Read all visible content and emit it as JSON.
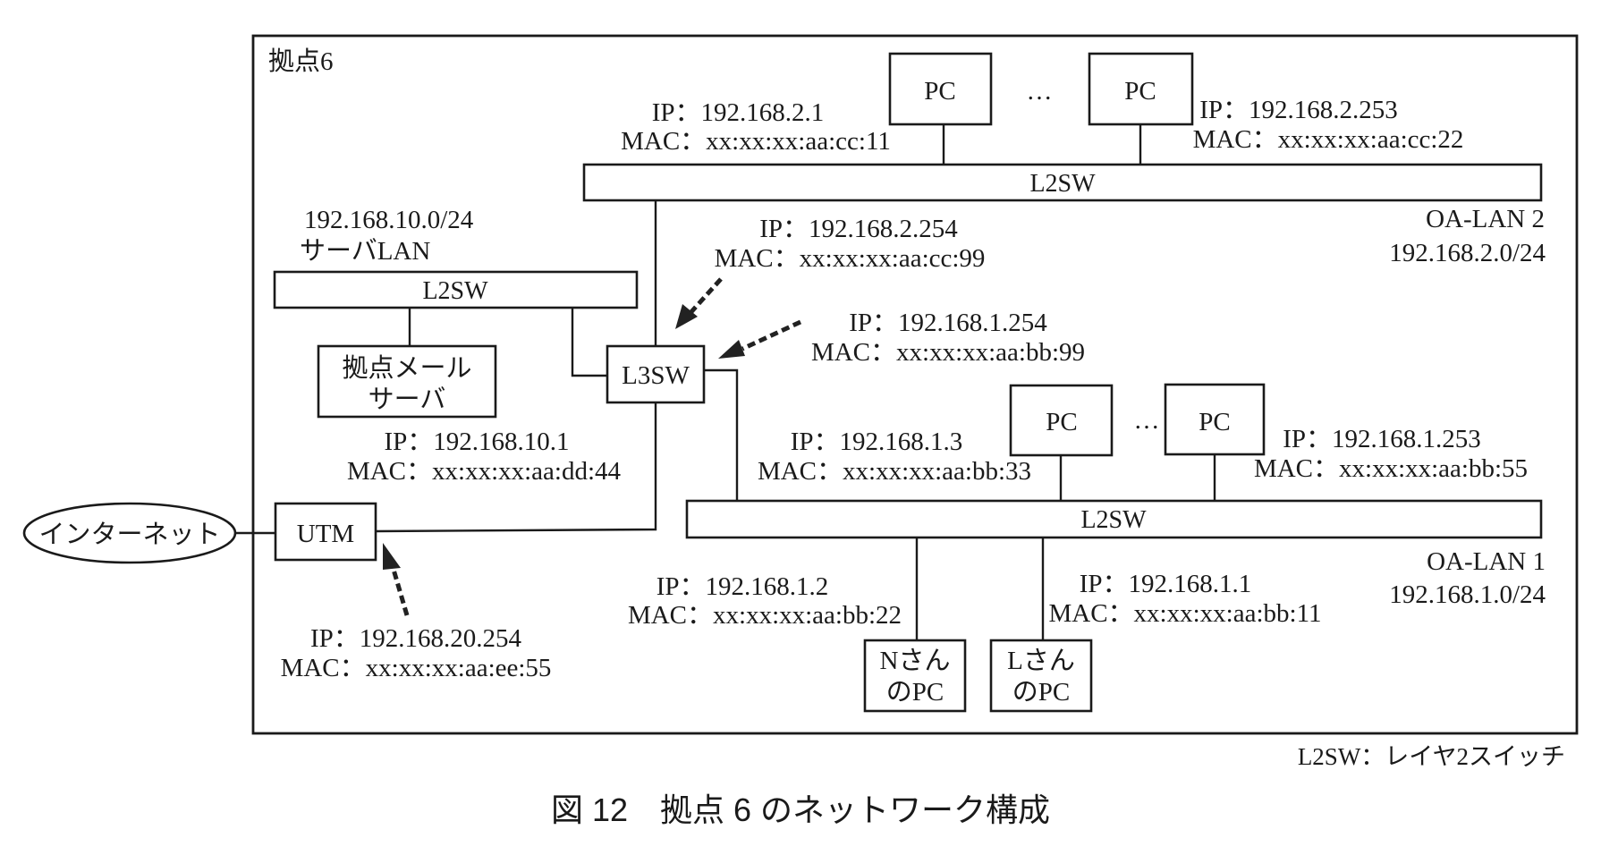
{
  "site_label": "拠点6",
  "internet": "インターネット",
  "utm": {
    "label": "UTM",
    "ip": "IP：192.168.20.254",
    "mac": "MAC：xx:xx:xx:aa:ee:55"
  },
  "server_lan": {
    "network": "192.168.10.0/24",
    "name": "サーバLAN",
    "switch": "L2SW",
    "mail_server_line1": "拠点メール",
    "mail_server_line2": "サーバ",
    "mail_ip": "IP：192.168.10.1",
    "mail_mac": "MAC：xx:xx:xx:aa:dd:44"
  },
  "l3sw": {
    "label": "L3SW",
    "oa2_ip": "IP：192.168.2.254",
    "oa2_mac": "MAC：xx:xx:xx:aa:cc:99",
    "oa1_ip": "IP：192.168.1.254",
    "oa1_mac": "MAC：xx:xx:xx:aa:bb:99"
  },
  "oa_lan2": {
    "name": "OA-LAN 2",
    "network": "192.168.2.0/24",
    "switch": "L2SW",
    "pc_label": "PC",
    "ellipsis": "…",
    "pc1_ip": "IP：192.168.2.1",
    "pc1_mac": "MAC：xx:xx:xx:aa:cc:11",
    "pc2_ip": "IP：192.168.2.253",
    "pc2_mac": "MAC：xx:xx:xx:aa:cc:22"
  },
  "oa_lan1": {
    "name": "OA-LAN 1",
    "network": "192.168.1.0/24",
    "switch": "L2SW",
    "pc_label": "PC",
    "ellipsis": "…",
    "pc3_ip": "IP：192.168.1.3",
    "pc3_mac": "MAC：xx:xx:xx:aa:bb:33",
    "pc253_ip": "IP：192.168.1.253",
    "pc253_mac": "MAC：xx:xx:xx:aa:bb:55",
    "n_ip": "IP：192.168.1.2",
    "n_mac": "MAC：xx:xx:xx:aa:bb:22",
    "n_pc_line1": "Nさん",
    "n_pc_line2": "のPC",
    "l_ip": "IP：192.168.1.1",
    "l_mac": "MAC：xx:xx:xx:aa:bb:11",
    "l_pc_line1": "Lさん",
    "l_pc_line2": "のPC"
  },
  "legend": "L2SW：レイヤ2スイッチ",
  "caption": "図 12　拠点 6 のネットワーク構成"
}
